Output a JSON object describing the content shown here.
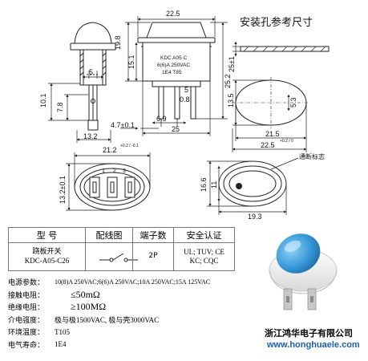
{
  "dims": {
    "top_width": "22.5",
    "height_total": "19.8",
    "height_body": "15.1",
    "height_right": "25.2",
    "pin_left_5": "5",
    "pin_h": "10.1",
    "pin_78": "7.8",
    "offset_47": "4.7±0.1",
    "width_132": "13.2",
    "pin_spacing_69": "6.9",
    "pin_thk_08": "0.8",
    "bottom_25": "25",
    "side_pin_5": "5",
    "bottom_w": "21.2",
    "bottom_w_tol": "+0.2 / -0.1",
    "bottom_h": "13.2±0.1",
    "bot_label_166": "16.6",
    "bot_label_11": "11",
    "bot_label_193": "19.3",
    "hole_25": "25±1",
    "hole_135": "13.5",
    "hole_53": "5.3",
    "hole_215": "21.5",
    "hole_225": "22.5",
    "hole_225_tol": "+0.2 / 0"
  },
  "body_label": {
    "line1": "KDC A05 C",
    "line2": "6(6)A 250VAC",
    "line3": "1E4  T85"
  },
  "pin_numbers": [
    "1",
    "2",
    "3"
  ],
  "hole_title": "安装孔参考尺寸",
  "indicator_note": "通断标志",
  "table": {
    "headers": [
      "型 号",
      "配线图",
      "端子数",
      "安全认证"
    ],
    "row": {
      "model_line1": "跷板开关",
      "model_line2": "KDC-A05-C26",
      "terminals": "2P",
      "cert_line1": "UL; TUV; CE",
      "cert_line2": "KC; CQC"
    }
  },
  "params": [
    {
      "label": "电源参数：",
      "value": "10(8)A 250VAC;6(6)A 250VAC;10A 250VAC;15A 125VAC",
      "big": false
    },
    {
      "label": "接触电阻：",
      "value": "≤50mΩ",
      "big": true
    },
    {
      "label": "绝缘电阻：",
      "value": "≥100MΩ",
      "big": true
    },
    {
      "label": "介电强度：",
      "value": "极与极1500VAC, 极与壳3000VAC",
      "big": false
    },
    {
      "label": "环境温度：",
      "value": "T105",
      "big": false
    },
    {
      "label": "电气寿命：",
      "value": "1E4",
      "big": false
    }
  ],
  "company": "浙江鸿华电子有限公司",
  "website": "www.honghuaele.com",
  "colors": {
    "rocker_blue": "#3a9ad9",
    "website_blue": "#1a5fb4",
    "line": "#222222"
  }
}
